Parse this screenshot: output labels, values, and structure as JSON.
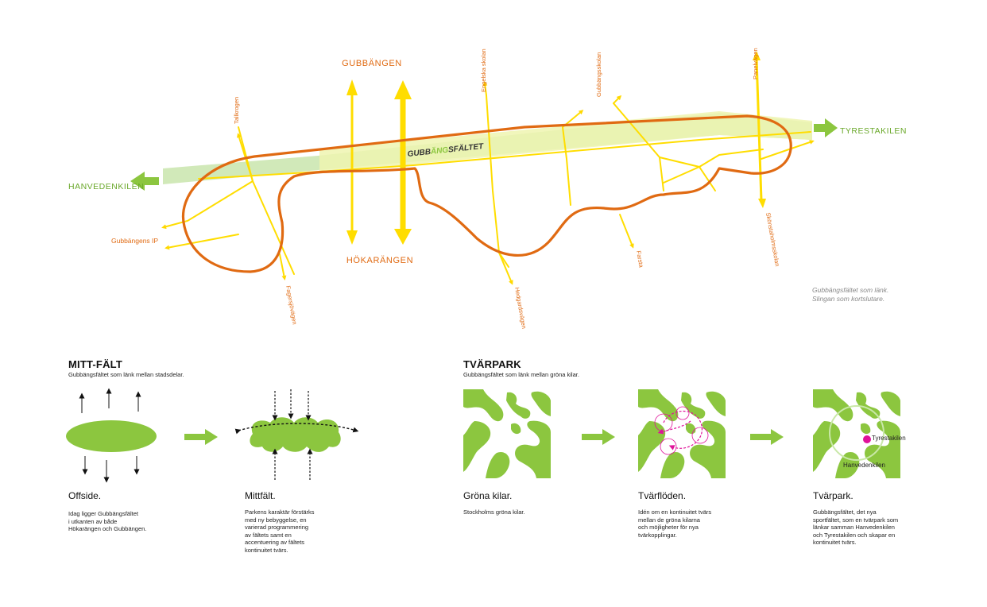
{
  "map": {
    "places": {
      "gubbangen": "GUBBÄNGEN",
      "hokarangen": "HÖKARÄNGEN",
      "hanvedenkilen": "HANVEDENKILEN",
      "tyrestakilen": "TYRESTAKILEN",
      "gubbangens_ip": "Gubbängens IP"
    },
    "field_label": {
      "a": "GUBB",
      "b": "ÄNG",
      "c": "SFÄLTET"
    },
    "roads": {
      "tallkrogen": "Tallkrogen",
      "fagersjovagen": "Fagersjövägen",
      "engelska_skolan": "Engelska skolan",
      "hedgardsvagen": "Hedgardsvägen",
      "gubbangsskolan": "Gubbängsskolan",
      "farsta": "Farsta",
      "panelvagen": "Panelvägen",
      "skonstaholmsskolan": "Skönstaholmsskolan"
    },
    "note": "Gubbängsfältet som länk.\nSlingan som kortslutare.",
    "colors": {
      "orange": "#e06a12",
      "yellow": "#ffe000",
      "green": "#8cc63f"
    }
  },
  "mitt": {
    "heading": "MITT-FÄLT",
    "subheading": "Gubbängsfältet som länk mellan stadsdelar.",
    "steps": [
      {
        "title": "Offside.",
        "text": "Idag ligger Gubbängsfältet\ni utkanten av både\nHökarängen och Gubbängen."
      },
      {
        "title": "Mittfält.",
        "text": "Parkens karaktär förstärks\nmed ny bebyggelse, en\nvarierad programmering\nav fältets samt en\naccentuering av fältets\nkontinuitet tvärs."
      }
    ]
  },
  "tvar": {
    "heading": "TVÄRPARK",
    "subheading": "Gubbängsfältet som länk mellan gröna kilar.",
    "labels": {
      "tyrestakilen": "Tyrestakilen",
      "hanvedenkilen": "Hanvedenkilen"
    },
    "steps": [
      {
        "title": "Gröna kilar.",
        "text": "Stockholms gröna kilar."
      },
      {
        "title": "Tvärflöden.",
        "text": "Idén om en kontinuitet tvärs\nmellan de gröna kilarna\noch möjligheter för nya\ntvärkopplingar."
      },
      {
        "title": "Tvärpark.",
        "text": "Gubbängsfältet, det nya\nsportfältet, som en tvärpark som\nlänkar samman Hanvedenkilen\noch Tyrestakilen och skapar en\nkontinuitet tvärs."
      }
    ]
  }
}
